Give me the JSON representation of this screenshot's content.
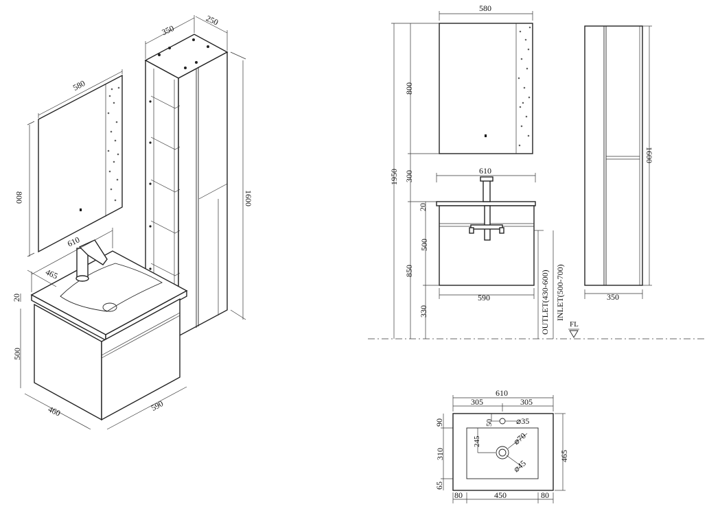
{
  "iso": {
    "mirror": {
      "width": "580",
      "height": "800"
    },
    "tall_cabinet": {
      "depth": "350",
      "width": "250",
      "height": "1600"
    },
    "vanity": {
      "top_width": "610",
      "top_depth": "465",
      "top_thickness": "20",
      "body_height": "500",
      "body_depth": "460",
      "body_width": "590"
    }
  },
  "front": {
    "mirror_width": "580",
    "mirror_height": "800",
    "gap": "300",
    "total_height": "1950",
    "basin_width": "610",
    "basin_thickness": "20",
    "cabinet_height": "500",
    "counter_height": "850",
    "floor_clearance": "330",
    "cabinet_width": "590",
    "outlet": "OUTLET(430-600)",
    "inlet": "INLET(500-700)",
    "floor_label": "FL"
  },
  "side": {
    "height": "1600",
    "width": "350"
  },
  "top": {
    "width": "610",
    "half_left": "305",
    "half_right": "305",
    "depth": "465",
    "margin_top": "90",
    "inner_height": "310",
    "margin_bottom": "65",
    "margin_left": "80",
    "inner_width": "450",
    "margin_right": "80",
    "tap_offset": "50",
    "tap_hole": "⌀35",
    "drain_offset": "245",
    "drain_outer": "⌀70",
    "drain_inner": "⌀45"
  }
}
